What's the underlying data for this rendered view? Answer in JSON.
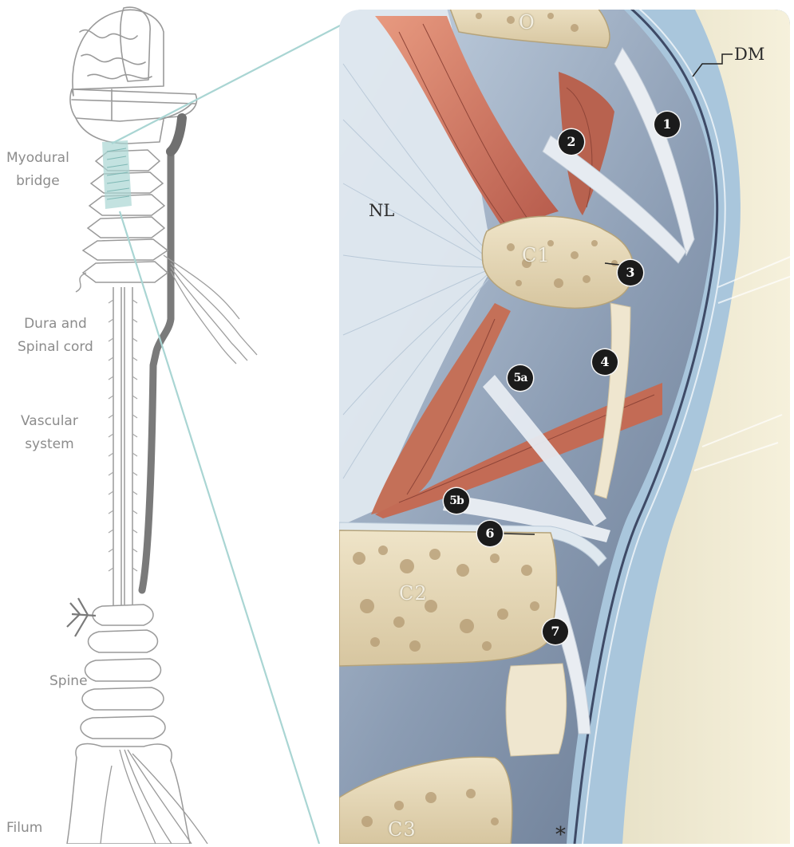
{
  "left_labels": {
    "myodural_bridge": [
      "Myodural",
      "bridge"
    ],
    "dura_spinal_cord": [
      "Dura and",
      "Spinal cord"
    ],
    "vascular_system": [
      "Vascular",
      "system"
    ],
    "spine": "Spine",
    "filum": "Filum"
  },
  "panel_labels": {
    "occipital": "O",
    "dura_mater": "DM",
    "nuchal_ligament": "NL",
    "atlas": "C1",
    "axis": "C2",
    "c3": "C3",
    "asterisk": "*"
  },
  "markers": [
    "1",
    "2",
    "3",
    "4",
    "5a",
    "5b",
    "6",
    "7"
  ],
  "colors": {
    "outline": "#8f8f8f",
    "dura_dark": "#6f6f6f",
    "teal_highlight": "#a9d5d3",
    "bone": "#e8dcbf",
    "muscle": "#c9725a",
    "ligament": "#dfe8ef",
    "cord": "#f1ead2",
    "sheath_blue": "#a9c6dc"
  }
}
